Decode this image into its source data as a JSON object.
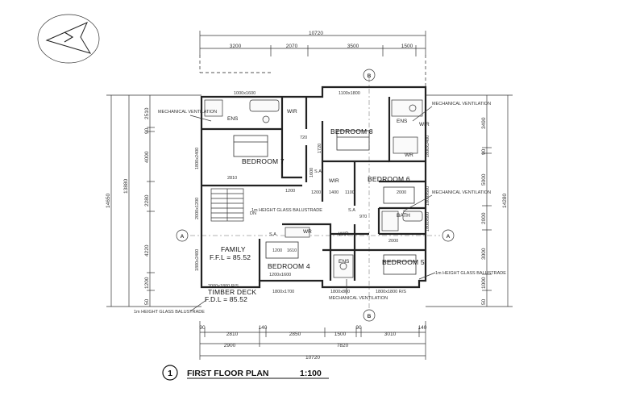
{
  "title": {
    "number": "1",
    "text": "FIRST FLOOR PLAN",
    "scale": "1:100"
  },
  "grid_markers": {
    "a": "A",
    "b": "B"
  },
  "top_dims": {
    "overall": "10720",
    "segments": [
      "3200",
      "2070",
      "3500",
      "1500"
    ]
  },
  "bottom_dims": {
    "row1": [
      "90",
      "2810",
      "140",
      "2850",
      "1500",
      "90",
      "3010",
      "140"
    ],
    "row2": [
      "2900",
      "7820"
    ],
    "overall": "10720"
  },
  "left_dims": {
    "overall": "14650",
    "sub": "13880",
    "segments": [
      "2510",
      "90",
      "4000",
      "2280",
      "4220",
      "1200",
      "50"
    ]
  },
  "right_dims": {
    "overall": "14280",
    "segments": [
      "3490",
      "90",
      "5000",
      "2000",
      "3000",
      "1000",
      "50"
    ]
  },
  "rooms": {
    "bed7": "BEDROOM 7",
    "bed8": "BEDROOM 8",
    "bed6": "BEDROOM 6",
    "bed5": "BEDROOM 5",
    "bed4": "BEDROOM 4",
    "family": "FAMILY",
    "family_ffl": "F.F.L = 85.52",
    "deck": "TIMBER DECK",
    "deck_fdl": "F.D.L = 85.52",
    "ens_a": "ENS",
    "ens_b": "ENS",
    "ens_c": "ENS",
    "wir_a": "WIR",
    "wir_b": "WIR",
    "wir_c": "WIR",
    "wir_d": "WIR",
    "wr_a": "WR",
    "wr_b": "WR",
    "bath": "BATH",
    "sa_a": "S.A",
    "sa_b": "S.A",
    "sa_c": "S.A"
  },
  "windows": {
    "w1": "1000x1600",
    "w2": "1100x1800",
    "w3": "1800x2400",
    "w4": "1800x2400",
    "w5": "1800x2400",
    "w6": "1800x600",
    "w7": "1800x600",
    "w8": "1800x1700",
    "w9": "1800x800",
    "w10": "1800x1800 R/S",
    "w11": "2000x1800 R/S",
    "w12": "1200x1600",
    "w13": "2000x1200",
    "w14": "1200",
    "w15": "1600"
  },
  "interior_dims": {
    "d1": "2810",
    "d2": "2000",
    "d3": "2000",
    "d4": "1610",
    "d5": "1200",
    "d6": "1400",
    "d7": "970",
    "d8": "720",
    "d9": "1720",
    "d10": "1100",
    "d11": "1200"
  },
  "notes": {
    "mech_1": "MECHANICAL VENTILATION",
    "mech_2": "MECHANICAL VENTILATION",
    "mech_3": "MECHANICAL VENTILATION",
    "mech_4": "MECHANICAL VENTILATION",
    "balustrade_1": "1m HEIGHT GLASS BALUSTRADE",
    "balustrade_2": "1m HEIGHT GLASS BALUSTRADE",
    "balustrade_3": "1m HEIGHT GLASS BALUSTRADE",
    "dn": "DN"
  }
}
